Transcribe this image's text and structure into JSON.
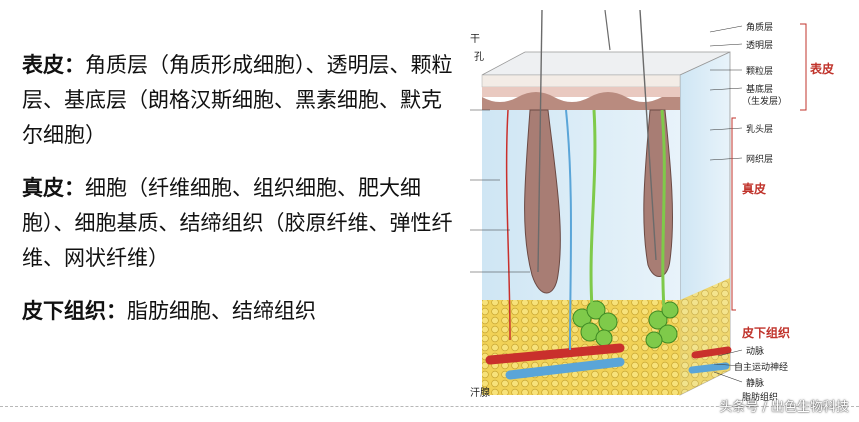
{
  "paragraphs": [
    {
      "term": "表皮：",
      "text": "角质层（角质形成细胞）、透明层、颗粒层、基底层（朗格汉斯细胞、黑素细胞、默克尔细胞）"
    },
    {
      "term": "真皮：",
      "text": "细胞（纤维细胞、组织细胞、肥大细胞）、细胞基质、结缔组织（胶原纤维、弹性纤维、网状纤维）"
    },
    {
      "term": "皮下组织：",
      "text": "脂肪细胞、结缔组织"
    }
  ],
  "diagram": {
    "right_labels": [
      "角质层",
      "透明层",
      "颗粒层",
      "基底层",
      "（生发层）",
      "乳头层",
      "网织层",
      "动脉",
      "自主运动神经",
      "静脉",
      "脂肪组织"
    ],
    "group_labels": [
      "表皮",
      "真皮",
      "皮下组织"
    ],
    "left_labels": [
      "干",
      "孔",
      "汗腺"
    ]
  },
  "watermark": "头条号 / 出色生物科技"
}
